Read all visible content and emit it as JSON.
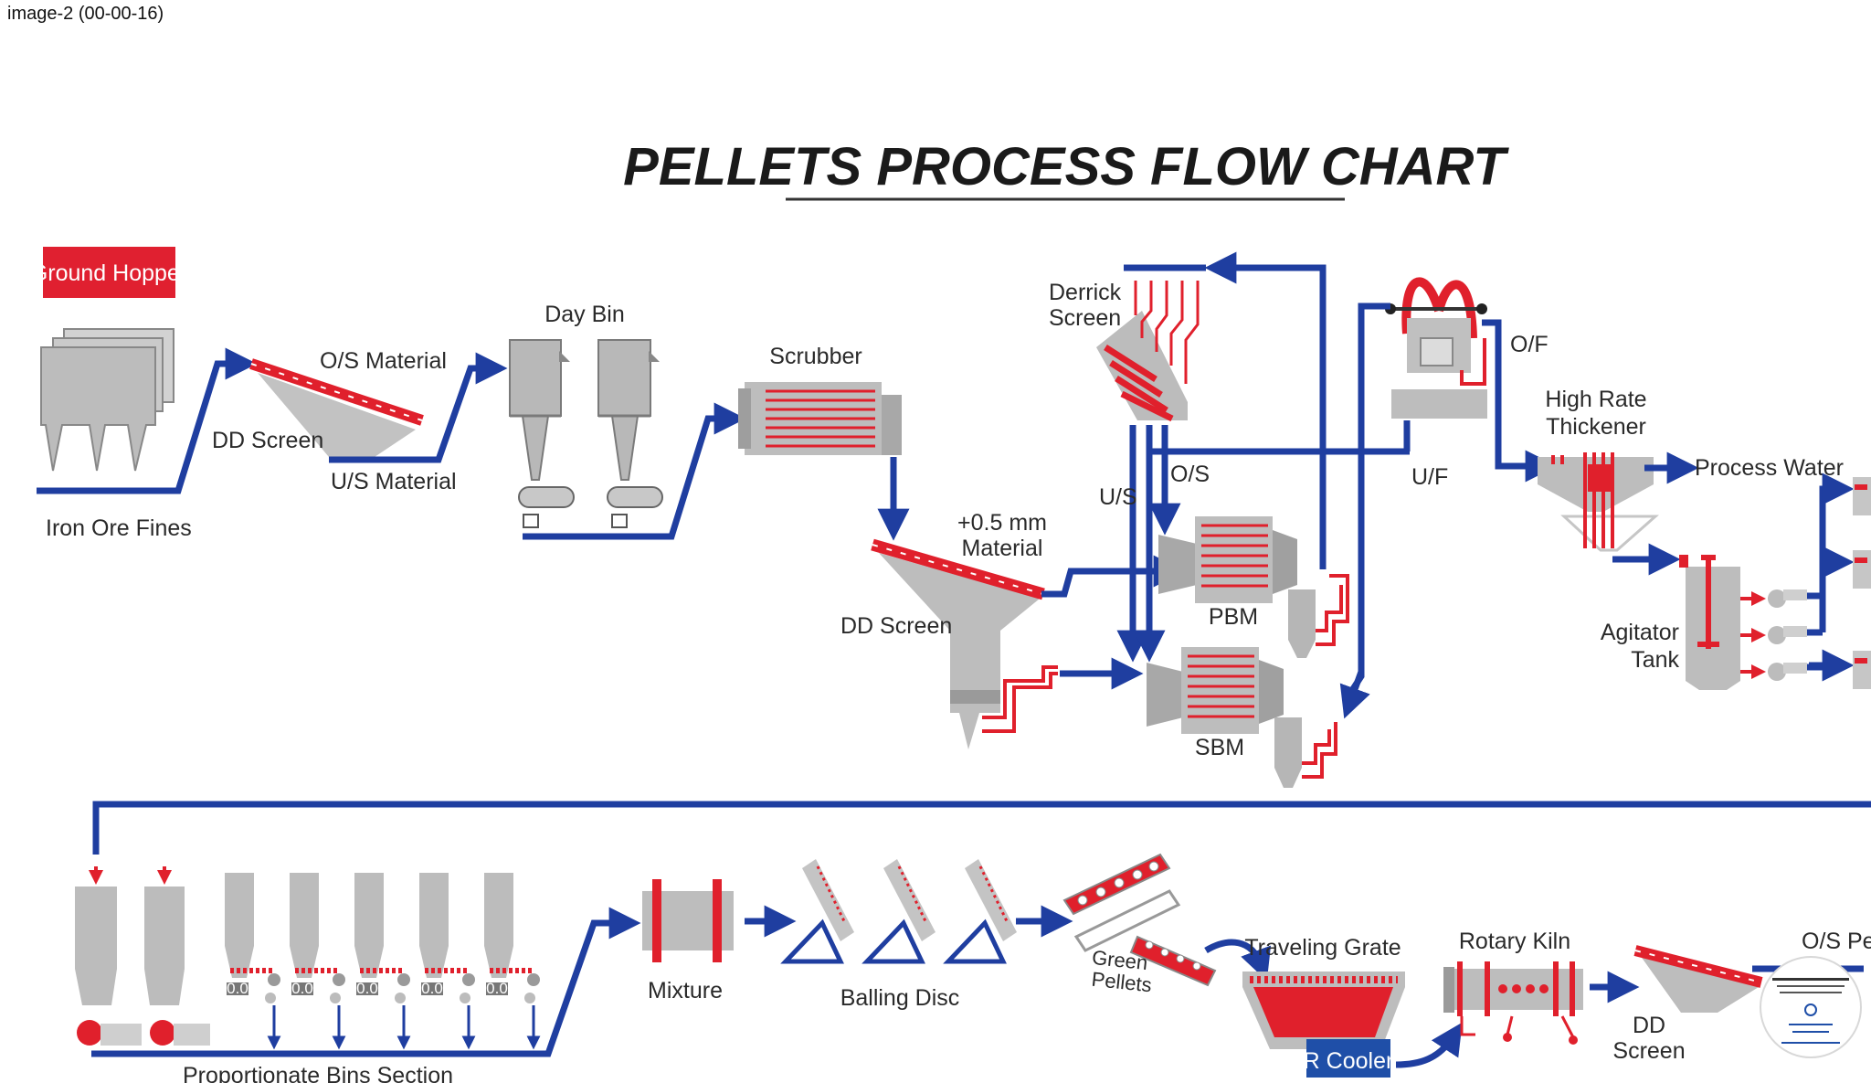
{
  "page": {
    "label": "image-2 (00-00-16)"
  },
  "title": "PELLETS PROCESS FLOW CHART",
  "colors": {
    "flow": "#1f3ea0",
    "equipment": "#bcbcbc",
    "highlight": "#e0202c",
    "label_box": "#e02030",
    "cooler_box": "#1f4fa8"
  },
  "labels": {
    "ground_hopper": "Ground Hopper",
    "iron_ore_fines": "Iron Ore Fines",
    "dd_screen_1": "DD Screen",
    "os_material": "O/S Material",
    "us_material": "U/S Material",
    "day_bin": "Day Bin",
    "scrubber": "Scrubber",
    "plus_05mm_line1": "+0.5 mm",
    "plus_05mm_line2": "Material",
    "dd_screen_2": "DD Screen",
    "derrick_line1": "Derrick",
    "derrick_line2": "Screen",
    "us": "U/S",
    "os": "O/S",
    "pbm": "PBM",
    "sbm": "SBM",
    "uf": "U/F",
    "of": "O/F",
    "thickener_line1": "High Rate",
    "thickener_line2": "Thickener",
    "process_water": "Process Water",
    "agitator_line1": "Agitator",
    "agitator_line2": "Tank",
    "proportionate_bins": "Proportionate Bins Section",
    "mixture": "Mixture",
    "balling_disc": "Balling Disc",
    "green_pellets_line1": "Green",
    "green_pellets_line2": "Pellets",
    "traveling_grate": "Traveling Grate",
    "rotary_kiln": "Rotary Kiln",
    "r_cooler": "R Cooler",
    "dd_screen_3_line1": "DD",
    "dd_screen_3_line2": "Screen",
    "os_pellets": "O/S Pell",
    "bin_readout": "0.0"
  }
}
